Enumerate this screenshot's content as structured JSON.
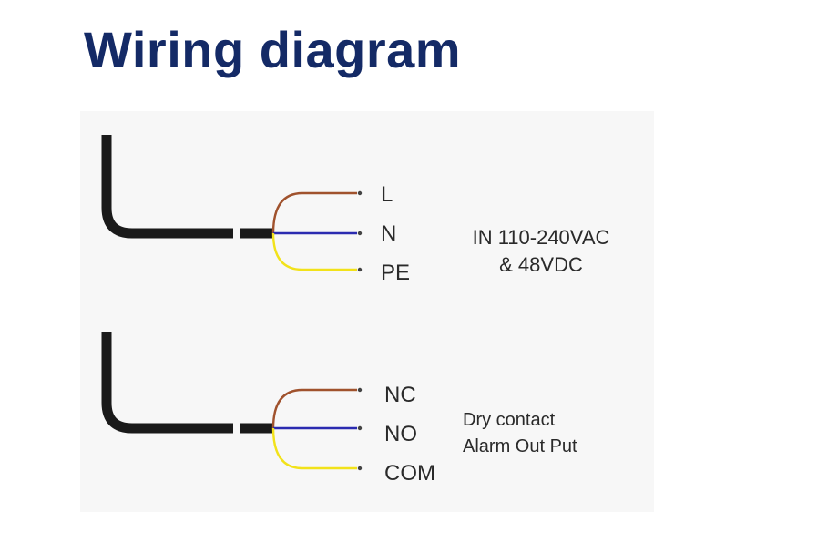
{
  "title": "Wiring diagram",
  "input_group": {
    "terminals": [
      "L",
      "N",
      "PE"
    ],
    "description_line1": "IN 110-240VAC",
    "description_line2": "& 48VDC"
  },
  "alarm_group": {
    "terminals": [
      "NC",
      "NO",
      "COM"
    ],
    "description_line1": "Dry contact",
    "description_line2": "Alarm Out Put"
  },
  "colors": {
    "title": "#142a66",
    "cable": "#1a1a1a",
    "wire_top": "#a0522d",
    "wire_mid": "#2b2bb0",
    "wire_bottom": "#f2e21a"
  }
}
